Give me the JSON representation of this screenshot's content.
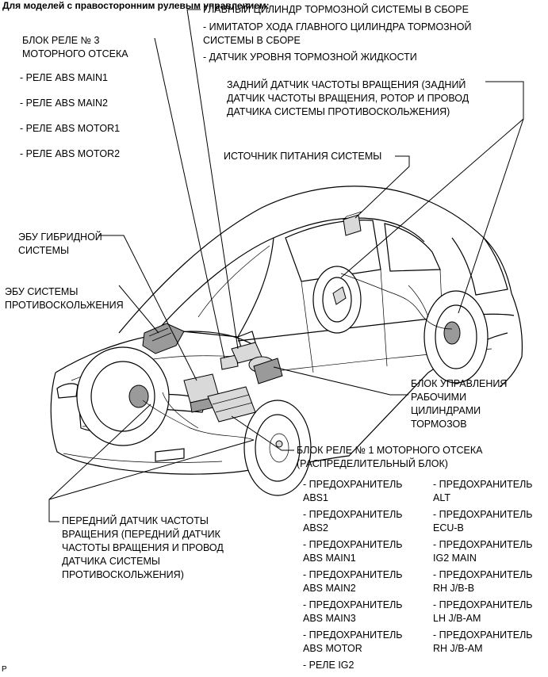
{
  "header": {
    "note": "Для моделей с правосторонним рулевым управлением:"
  },
  "labels": {
    "relay_block_3": "БЛОК РЕЛЕ № 3 МОТОРНОГО ОТСЕКА",
    "relay_abs_main1": "- РЕЛЕ ABS MAIN1",
    "relay_abs_main2": "- РЕЛЕ ABS MAIN2",
    "relay_abs_motor1": "- РЕЛЕ ABS MOTOR1",
    "relay_abs_motor2": "- РЕЛЕ ABS MOTOR2",
    "master_cylinder": "ГЛАВНЫЙ ЦИЛИНДР ТОРМОЗНОЙ СИСТЕМЫ В СБОРЕ",
    "stroke_simulator": "- ИМИТАТОР ХОДА ГЛАВНОГО ЦИЛИНДРА ТОРМОЗНОЙ СИСТЕМЫ В СБОРЕ",
    "fluid_level_sensor": "- ДАТЧИК УРОВНЯ ТОРМОЗНОЙ ЖИДКОСТИ",
    "rear_speed_sensor": "ЗАДНИЙ ДАТЧИК ЧАСТОТЫ ВРАЩЕНИЯ (ЗАДНИЙ ДАТЧИК ЧАСТОТЫ ВРАЩЕНИЯ, РОТОР И ПРОВОД ДАТЧИКА СИСТЕМЫ ПРОТИВОСКОЛЬЖЕНИЯ)",
    "power_supply": "ИСТОЧНИК ПИТАНИЯ СИСТЕМЫ",
    "hybrid_ecu": "ЭБУ ГИБРИДНОЙ СИСТЕМЫ",
    "skid_ecu": "ЭБУ СИСТЕМЫ ПРОТИВОСКОЛЬЖЕНИЯ",
    "brake_actuator": "БЛОК УПРАВЛЕНИЯ РАБОЧИМИ ЦИЛИНДРАМИ ТОРМОЗОВ",
    "relay_block_1": "БЛОК РЕЛЕ № 1 МОТОРНОГО ОТСЕКА (РАСПРЕДЕЛИТЕЛЬНЫЙ БЛОК)",
    "front_speed_sensor": "ПЕРЕДНИЙ ДАТЧИК ЧАСТОТЫ ВРАЩЕНИЯ (ПЕРЕДНИЙ ДАТЧИК ЧАСТОТЫ ВРАЩЕНИЯ И ПРОВОД ДАТЧИКА СИСТЕМЫ ПРОТИВОСКОЛЬЖЕНИЯ)"
  },
  "fuses_left": [
    "- ПРЕДОХРАНИТЕЛЬ ABS1",
    "- ПРЕДОХРАНИТЕЛЬ ABS2",
    "- ПРЕДОХРАНИТЕЛЬ ABS MAIN1",
    "- ПРЕДОХРАНИТЕЛЬ ABS MAIN2",
    "- ПРЕДОХРАНИТЕЛЬ ABS MAIN3",
    "- ПРЕДОХРАНИТЕЛЬ ABS MOTOR",
    "- РЕЛЕ IG2"
  ],
  "fuses_right": [
    "- ПРЕДОХРАНИТЕЛЬ ALT",
    "- ПРЕДОХРАНИТЕЛЬ ECU-B",
    "- ПРЕДОХРАНИТЕЛЬ IG2 MAIN",
    "- ПРЕДОХРАНИТЕЛЬ RH J/B-B",
    "- ПРЕДОХРАНИТЕЛЬ LH J/B-AM",
    "- ПРЕДОХРАНИТЕЛЬ RH J/B-AM"
  ],
  "footer": {
    "mark": "P"
  }
}
